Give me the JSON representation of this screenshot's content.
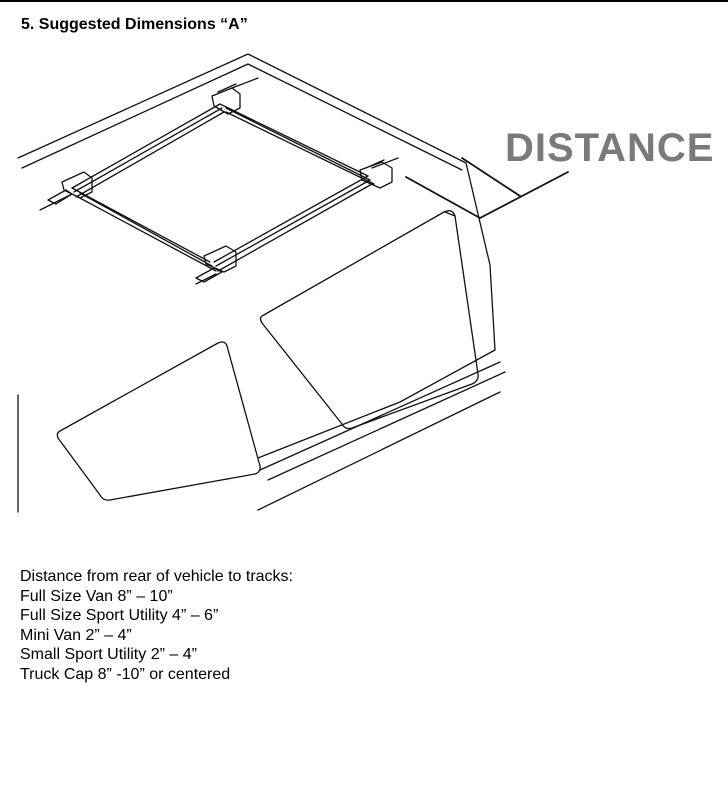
{
  "heading": "5.  Suggested Dimensions “A”",
  "figure": {
    "callout_label": "DISTANCE",
    "illustration": "vehicle-roof-with-rack-tracks"
  },
  "notes": {
    "intro": "Distance from rear of vehicle to tracks:",
    "lines": [
      "Full Size Van 8” – 10”",
      "Full Size Sport Utility 4” – 6”",
      "Mini Van 2” – 4”",
      "Small Sport Utility 2” – 4”",
      "Truck Cap 8” -10” or centered"
    ]
  }
}
